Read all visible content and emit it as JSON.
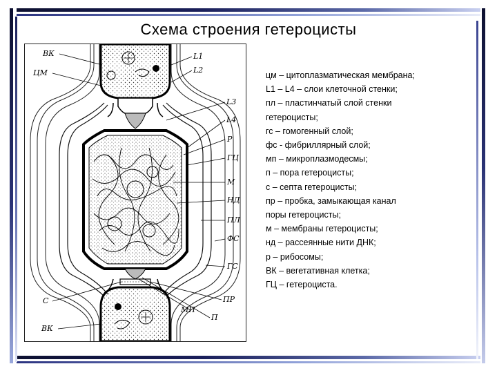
{
  "title": "Схема строения гетероцисты",
  "figure_labels": {
    "vk_top": "ВК",
    "cm": "ЦМ",
    "l1": "L1",
    "l2": "L2",
    "l3": "L3",
    "l4": "L4",
    "r": "Р",
    "gc": "ГЦ",
    "m": "М",
    "nd": "НД",
    "pl": "ПЛ",
    "fs": "ФС",
    "gs": "ГС",
    "pr": "ПР",
    "s": "С",
    "mp": "МП",
    "p": "П",
    "vk_bottom": "ВК"
  },
  "legend": [
    "цм – цитоплазматическая мембрана;",
    "L1 – L4 – слои клеточной стенки;",
    "пл – пластинчатый слой стенки",
    "гетероцисты;",
    "гс – гомогенный слой;",
    "фс - фибриллярный слой;",
    "мп – микроплазмодесмы;",
    "п – пора гетероцисты;",
    "с – септа гетероцисты;",
    "пр – пробка, замыкающая канал",
    "поры гетероцисты;",
    "м – мембраны гетероцисты;",
    "нд – рассеянные нити ДНК;",
    "р – рибосомы;",
    "ВК – вегетативная клетка;",
    "ГЦ – гетероциста."
  ]
}
